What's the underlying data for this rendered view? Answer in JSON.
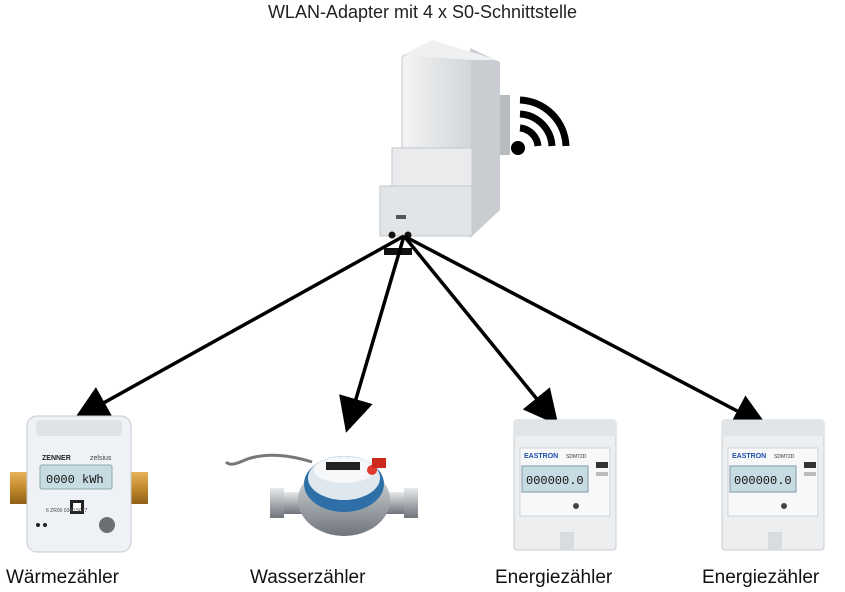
{
  "title": "WLAN-Adapter mit 4 x S0-Schnittstelle",
  "devices": [
    {
      "label": "Wärmezähler",
      "icon": "heat-meter-icon",
      "display": "0000 kWh",
      "brand": "ZENNER",
      "model": "zelsius"
    },
    {
      "label": "Wasserzähler",
      "icon": "water-meter-icon"
    },
    {
      "label": "Energiezähler",
      "icon": "energy-meter-icon",
      "display": "000000.0",
      "brand": "EASTRON",
      "model": "SDM72D"
    },
    {
      "label": "Energiezähler",
      "icon": "energy-meter-icon",
      "display": "000000.0",
      "brand": "EASTRON",
      "model": "SDM72D"
    }
  ],
  "colors": {
    "arrow": "#000000",
    "housing": "#e4e6e8",
    "lcd": "#c7dce2",
    "water_meter_body": "#2f6fa8"
  }
}
